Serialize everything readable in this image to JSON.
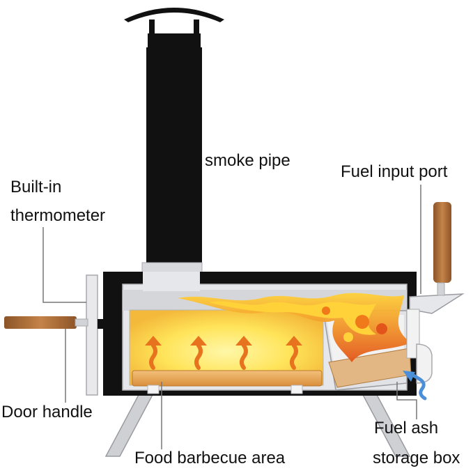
{
  "labels": {
    "smoke_pipe": "smoke pipe",
    "fuel_input_port": "Fuel input port",
    "thermometer_line1": "Built-in",
    "thermometer_line2": "thermometer",
    "door_handle": "Door handle",
    "fuel_ash_line1": "Fuel ash",
    "fuel_ash_line2": "storage box",
    "food_area": "Food barbecue area"
  },
  "colors": {
    "body": "#111111",
    "inner_panel": "#d9dade",
    "fire": "#f07a1a",
    "flame_core": "#ffd23a",
    "wood": "#b9773f",
    "heat_arrow": "#e8731e",
    "ash_arrow": "#4a8fd8"
  }
}
